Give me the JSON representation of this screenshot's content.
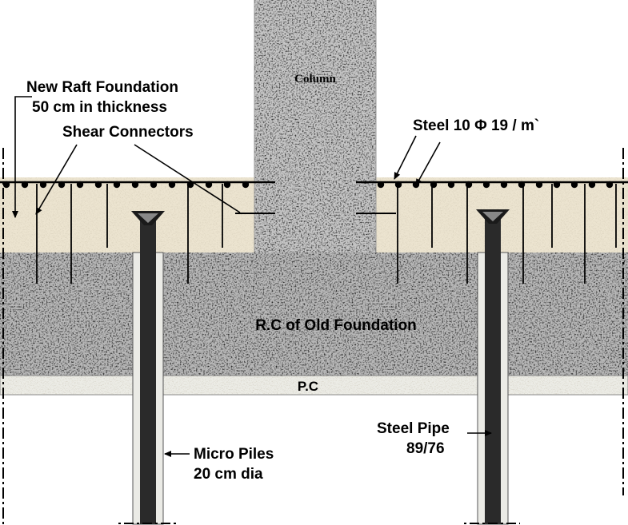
{
  "labels": {
    "column": "Column",
    "new_raft_line1": "New Raft Foundation",
    "new_raft_line2": "50 cm in thickness",
    "shear_connectors": "Shear Connectors",
    "steel_reinforcement": "Steel 10 Φ 19 / m`",
    "rc_old_foundation": "R.C of Old Foundation",
    "pc": "P.C",
    "steel_pipe_line1": "Steel Pipe",
    "steel_pipe_line2": "89/76",
    "micro_piles_line1": "Micro Piles",
    "micro_piles_line2": "20 cm dia"
  },
  "colors": {
    "raft": "#ece4d0",
    "old_foundation": "#b8b8b8",
    "column": "#c6c6c6",
    "pc_layer": "#ecece6",
    "pipe": "#2a2a2a",
    "pile_casing": "#ebebe6"
  }
}
